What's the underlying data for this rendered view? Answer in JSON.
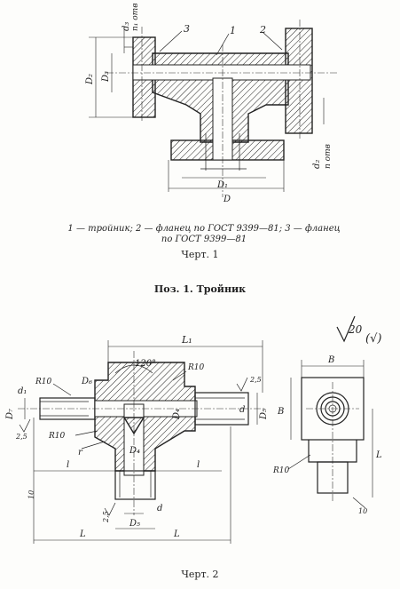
{
  "figure1": {
    "labels": {
      "d3_n1": "d₃",
      "n1_otv": "n₁ отв",
      "callout1": "1",
      "callout2": "2",
      "callout3": "3",
      "D2": "D₂",
      "D3": "D₃",
      "D1": "D₁",
      "D": "D",
      "d2": "d₂",
      "n_otv": "n отв"
    },
    "caption_line1": "1 — тройник; 2 — фланец по ГОСТ 9399—81; 3 — фланец",
    "caption_line2": "по ГОСТ 9399—81",
    "title": "Черт. 1"
  },
  "heading": "Поз. 1. Тройник",
  "figure2": {
    "labels": {
      "roughness": "20",
      "roughness_paren": "(√)",
      "L1": "L₁",
      "angle": "120°",
      "R10_left": "R10",
      "R10_top": "R10",
      "R10_bottom": "R10",
      "R10_side": "R10",
      "D6": "D₆",
      "d1": "d₁",
      "D7": "D₇",
      "D4_top": "D₄",
      "D4_mid": "D₄",
      "D5_right": "D₅",
      "D5_bottom": "D₅",
      "d_right": "d",
      "d_bottom": "d",
      "r": "r",
      "l_left": "l",
      "l_right": "l",
      "L_left": "L",
      "L_right": "L",
      "L_side": "L",
      "B_top": "B",
      "B_left": "B",
      "val_25_a": "2,5",
      "val_25_b": "2,5",
      "val_25_c": "2,5",
      "val_10_a": "10",
      "val_10_b": "10"
    },
    "title": "Черт. 2"
  }
}
